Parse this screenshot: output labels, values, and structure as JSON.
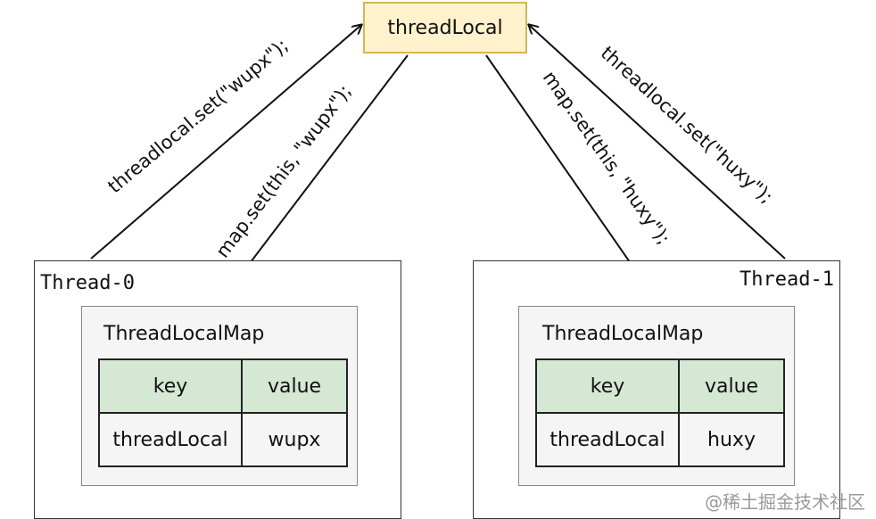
{
  "top": {
    "label": "threadLocal"
  },
  "threads": [
    {
      "label": "Thread-0",
      "map_title": "ThreadLocalMap",
      "headers": {
        "key": "key",
        "value": "value"
      },
      "row": {
        "key": "threadLocal",
        "value": "wupx"
      }
    },
    {
      "label": "Thread-1",
      "map_title": "ThreadLocalMap",
      "headers": {
        "key": "key",
        "value": "value"
      },
      "row": {
        "key": "threadLocal",
        "value": "huxy"
      }
    }
  ],
  "edges": {
    "left_set": "threadlocal.set(\"wupx\");",
    "left_map": "map.set(this, \"wupx\");",
    "right_map": "map.set(this, \"huxy\");",
    "right_set": "threadlocal.set(\"huxy\");"
  },
  "watermark": "@稀土掘金技术社区"
}
